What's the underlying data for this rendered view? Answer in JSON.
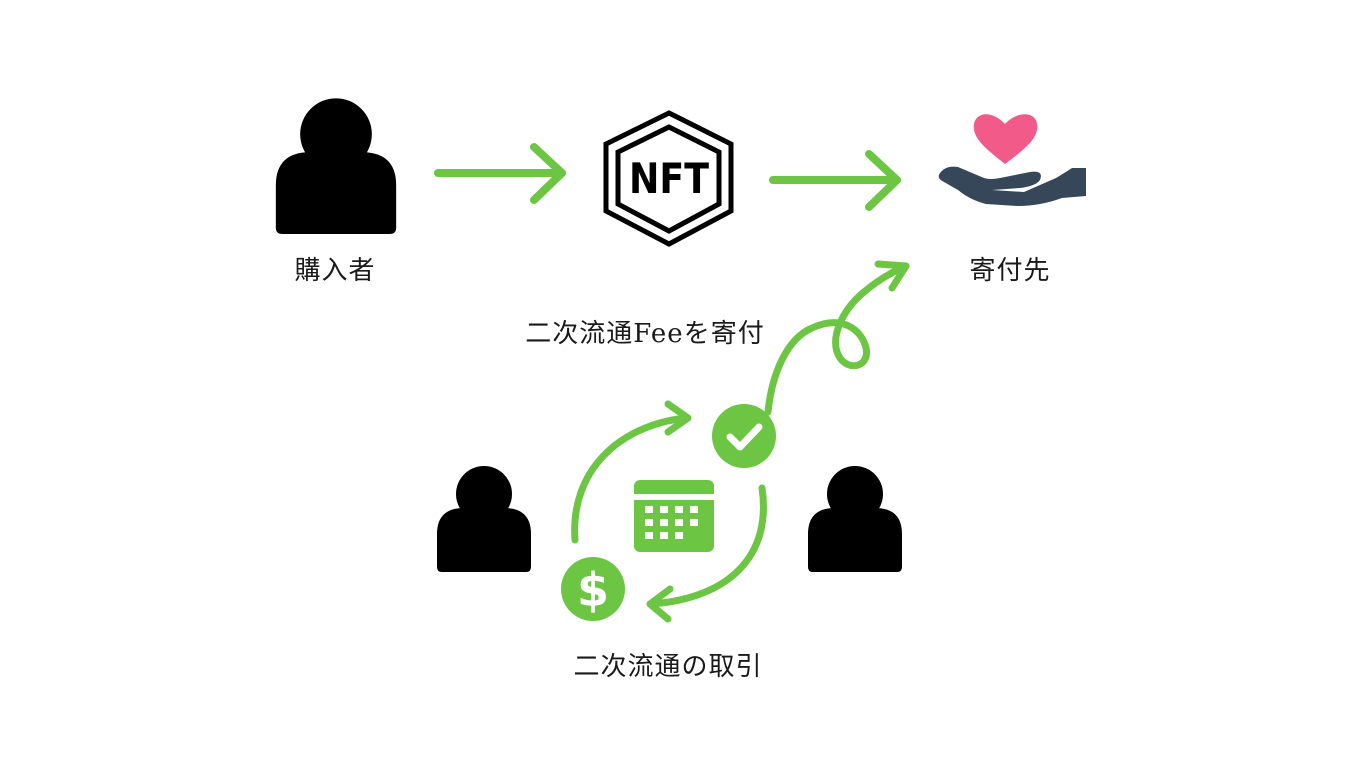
{
  "diagram": {
    "nodes": {
      "buyer": {
        "label": "購入者",
        "icon": "person-icon"
      },
      "nft": {
        "label": "NFT",
        "icon": "nft-hexagon-icon"
      },
      "recipient": {
        "label": "寄付先",
        "icon": "heart-in-hand-icon"
      },
      "seller": {
        "icon": "person-icon"
      },
      "buyer2": {
        "icon": "person-icon"
      }
    },
    "edges": [
      {
        "from": "buyer",
        "to": "nft"
      },
      {
        "from": "nft",
        "to": "recipient"
      },
      {
        "from": "secondary-trade",
        "to": "recipient",
        "label": "二次流通Feeを寄付"
      }
    ],
    "cycle": {
      "label": "二次流通の取引",
      "icons": [
        "calendar-icon",
        "check-circle-icon",
        "dollar-circle-icon"
      ]
    },
    "colors": {
      "arrow": "#6cc644",
      "icon_dark": "#000000",
      "heart": "#f25a8a",
      "hand": "#36475a"
    }
  }
}
